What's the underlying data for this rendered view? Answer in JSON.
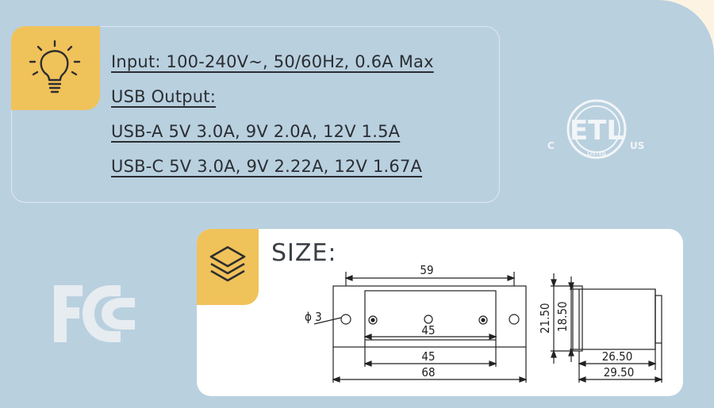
{
  "specs": {
    "input": "Input: 100-240V~, 50/60Hz, 0.6A Max",
    "usb_output": "USB Output:",
    "usb_a": "USB-A 5V 3.0A, 9V 2.0A, 12V 1.5A",
    "usb_c": "USB-C 5V 3.0A, 9V 2.22A, 12V 1.67A"
  },
  "size": {
    "title": "SIZE:",
    "hole_label": "ϕ 3",
    "dim_59": "59",
    "dim_45_inner": "45",
    "dim_45": "45",
    "dim_68": "68",
    "dim_21_50": "21.50",
    "dim_18_50": "18.50",
    "dim_26_50": "26.50",
    "dim_29_50": "29.50"
  },
  "certifications": {
    "etl_c": "C",
    "etl_us": "US",
    "etl_listed": "LISTED"
  },
  "icons": {
    "bulb": "lightbulb-icon",
    "layers": "layers-icon",
    "fcc": "fcc-logo",
    "etl": "etl-logo"
  },
  "colors": {
    "panel": "#b9d0df",
    "accent": "#f0c25a",
    "text": "#2a2e33",
    "card": "#ffffff"
  }
}
